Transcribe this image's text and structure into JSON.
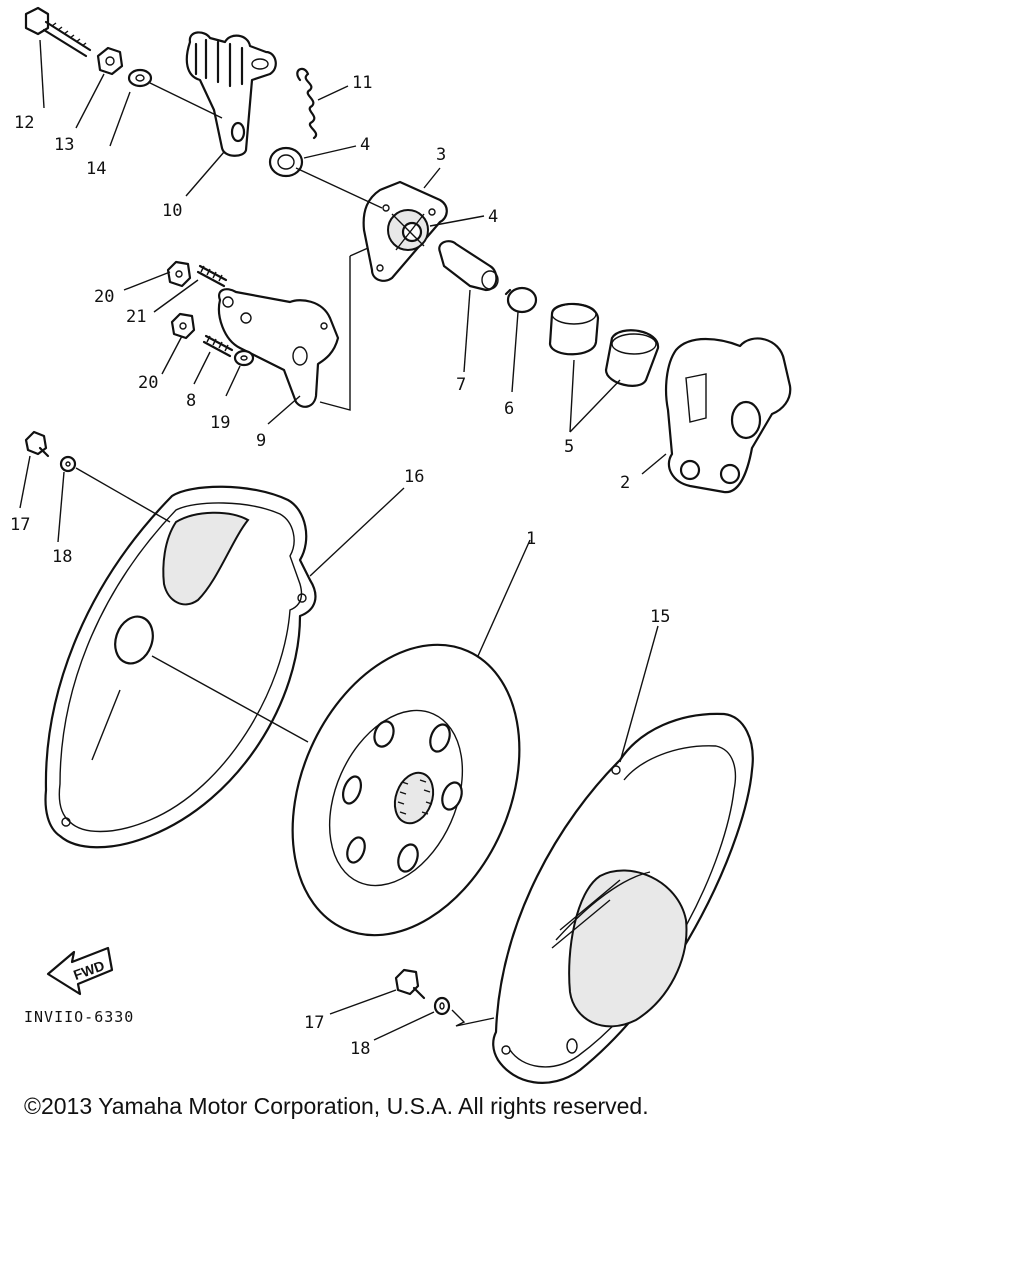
{
  "diagram": {
    "callouts": [
      "1",
      "2",
      "3",
      "4",
      "4",
      "5",
      "6",
      "7",
      "8",
      "9",
      "10",
      "11",
      "12",
      "13",
      "14",
      "15",
      "16",
      "17",
      "17",
      "18",
      "18",
      "19",
      "20",
      "20",
      "21"
    ],
    "drawing_code": "INVIIO-6330",
    "direction_label": "FWD"
  },
  "footer": {
    "copyright": "©2013 Yamaha Motor Corporation, U.S.A. All rights reserved."
  }
}
